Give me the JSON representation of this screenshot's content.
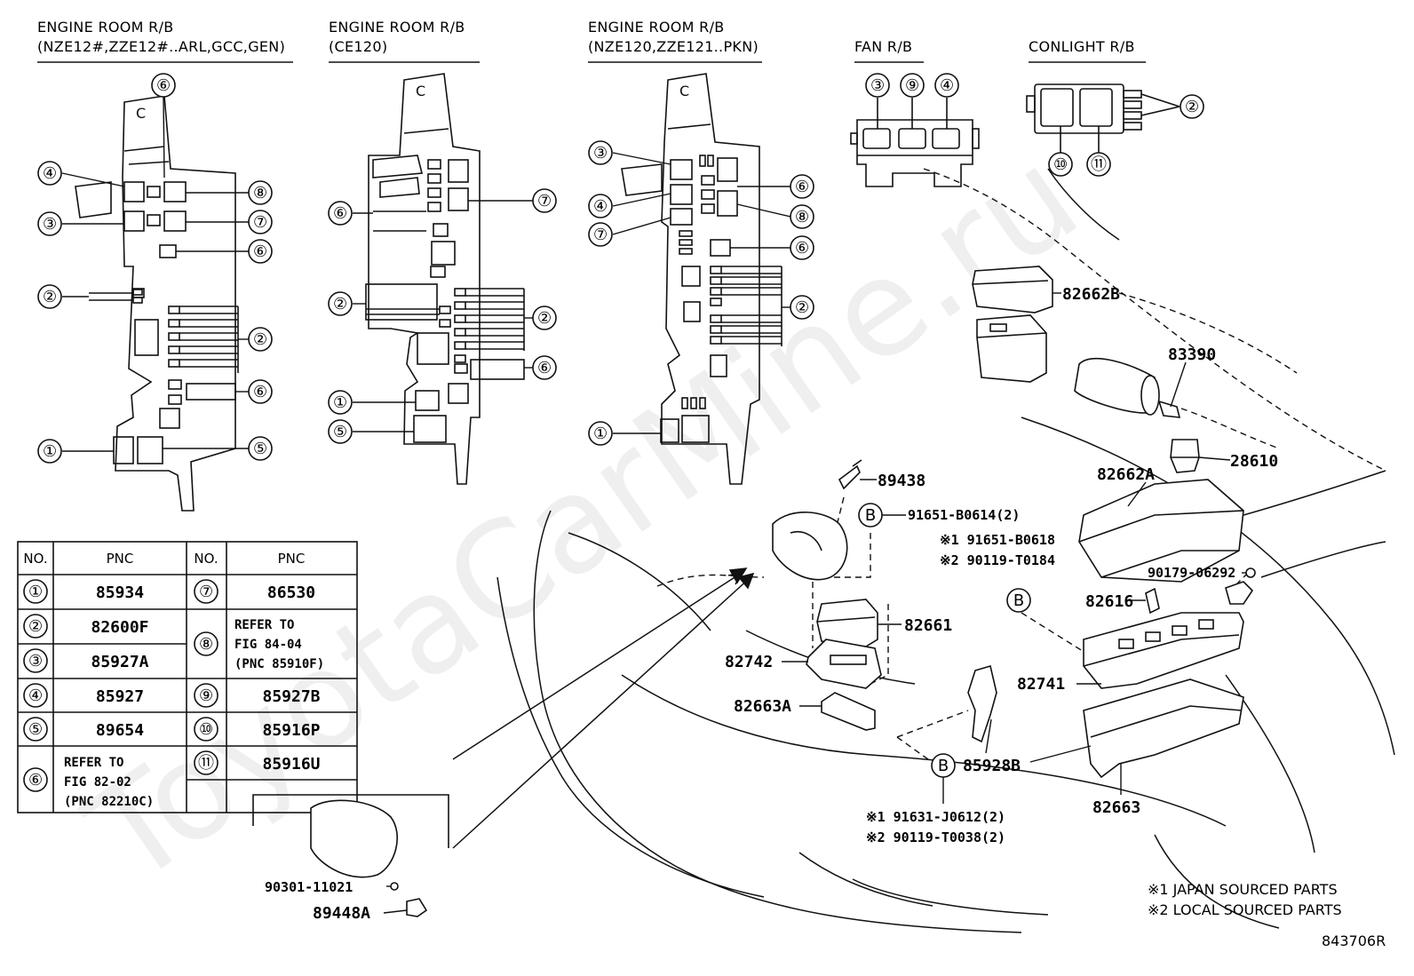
{
  "headings": {
    "h1": {
      "line1": "ENGINE ROOM R/B",
      "line2": "(NZE12#,ZZE12#..ARL,GCC,GEN)"
    },
    "h2": {
      "line1": "ENGINE ROOM R/B",
      "line2": "(CE120)"
    },
    "h3": {
      "line1": "ENGINE ROOM R/B",
      "line2": "(NZE120,ZZE121..PKN)"
    },
    "h4": {
      "line1": "FAN R/B"
    },
    "h5": {
      "line1": "CONLIGHT R/B"
    }
  },
  "circle_nums": [
    "①",
    "②",
    "③",
    "④",
    "⑤",
    "⑥",
    "⑦",
    "⑧",
    "⑨",
    "⑩",
    "⑪"
  ],
  "box_letter": "C",
  "ref_letter": "B",
  "table": {
    "col_no": "NO.",
    "col_pnc": "PNC",
    "left": {
      "r1": "85934",
      "r2": "82600F",
      "r3": "85927A",
      "r4": "85927",
      "r5": "89654",
      "r6a": "REFER TO",
      "r6b": "FIG 82-02",
      "r6c": "(PNC 82210C)"
    },
    "right": {
      "r7": "86530",
      "r8a": "REFER TO",
      "r8b": "FIG 84-04",
      "r8c": "(PNC 85910F)",
      "r9": "85927B",
      "r10": "85916P",
      "r11": "85916U"
    }
  },
  "parts": {
    "p82662B": "82662B",
    "p83390": "83390",
    "p28610": "28610",
    "p82662A": "82662A",
    "p89438": "89438",
    "p91651B0614": "91651-B0614(2)",
    "p91651B0618": "※1 91651-B0618",
    "p90119T0184": "※2 90119-T0184",
    "p90179": "90179-06292",
    "p82616": "82616",
    "p82661": "82661",
    "p82742": "82742",
    "p82741": "82741",
    "p82663A": "82663A",
    "p85928B": "85928B",
    "p82663": "82663",
    "p91631": "※1 91631-J0612(2)",
    "p90119T0038": "※2 90119-T0038(2)",
    "p90301": "90301-11021",
    "p89448A": "89448A"
  },
  "notes": {
    "n1": "※1 JAPAN SOURCED PARTS",
    "n2": "※2 LOCAL SOURCED PARTS"
  },
  "figure_id": "843706R",
  "watermark": "ToyotaCarMine.ru"
}
